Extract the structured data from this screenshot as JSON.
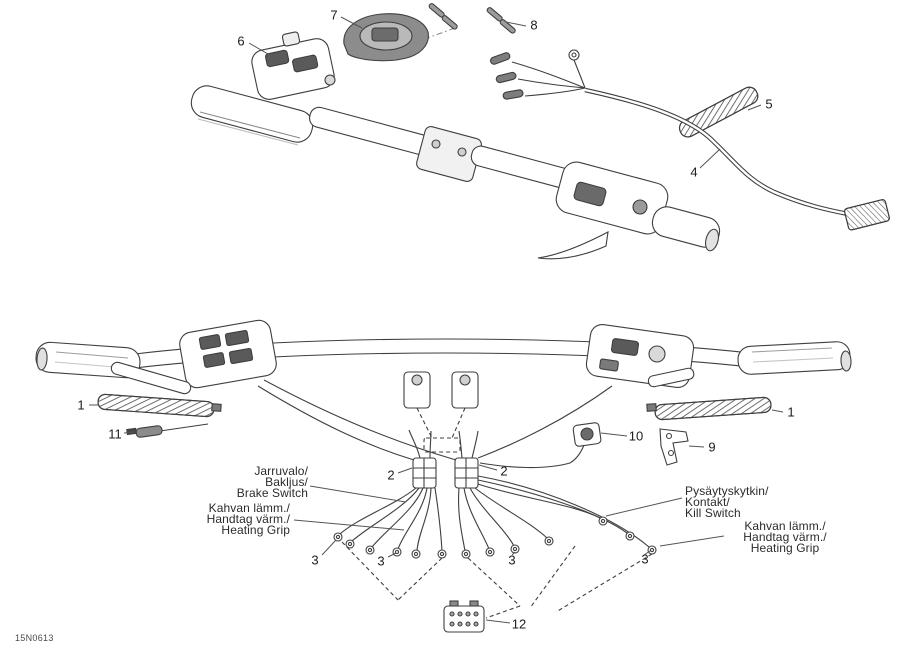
{
  "page": {
    "part_code": "15N0613"
  },
  "callouts": {
    "c1_left": "1",
    "c1_right": "1",
    "c2_left": "2",
    "c2_right": "2",
    "c3_a": "3",
    "c3_b": "3",
    "c3_c": "3",
    "c3_d": "3",
    "c4": "4",
    "c5": "5",
    "c6": "6",
    "c7": "7",
    "c8": "8",
    "c9": "9",
    "c10": "10",
    "c11": "11",
    "c12": "12"
  },
  "labels": {
    "brake_switch": [
      "Jarruvalo/",
      "Bakljus/",
      "Brake Switch"
    ],
    "heating_grip_left": [
      "Kahvan lämm./",
      "Handtag värm./",
      "Heating Grip"
    ],
    "kill_switch": [
      "Pysäytyskytkin/",
      "Kontakt/",
      "Kill Switch"
    ],
    "heating_grip_right": [
      "Kahvan lämm./",
      "Handtag värm./",
      "Heating Grip"
    ]
  }
}
